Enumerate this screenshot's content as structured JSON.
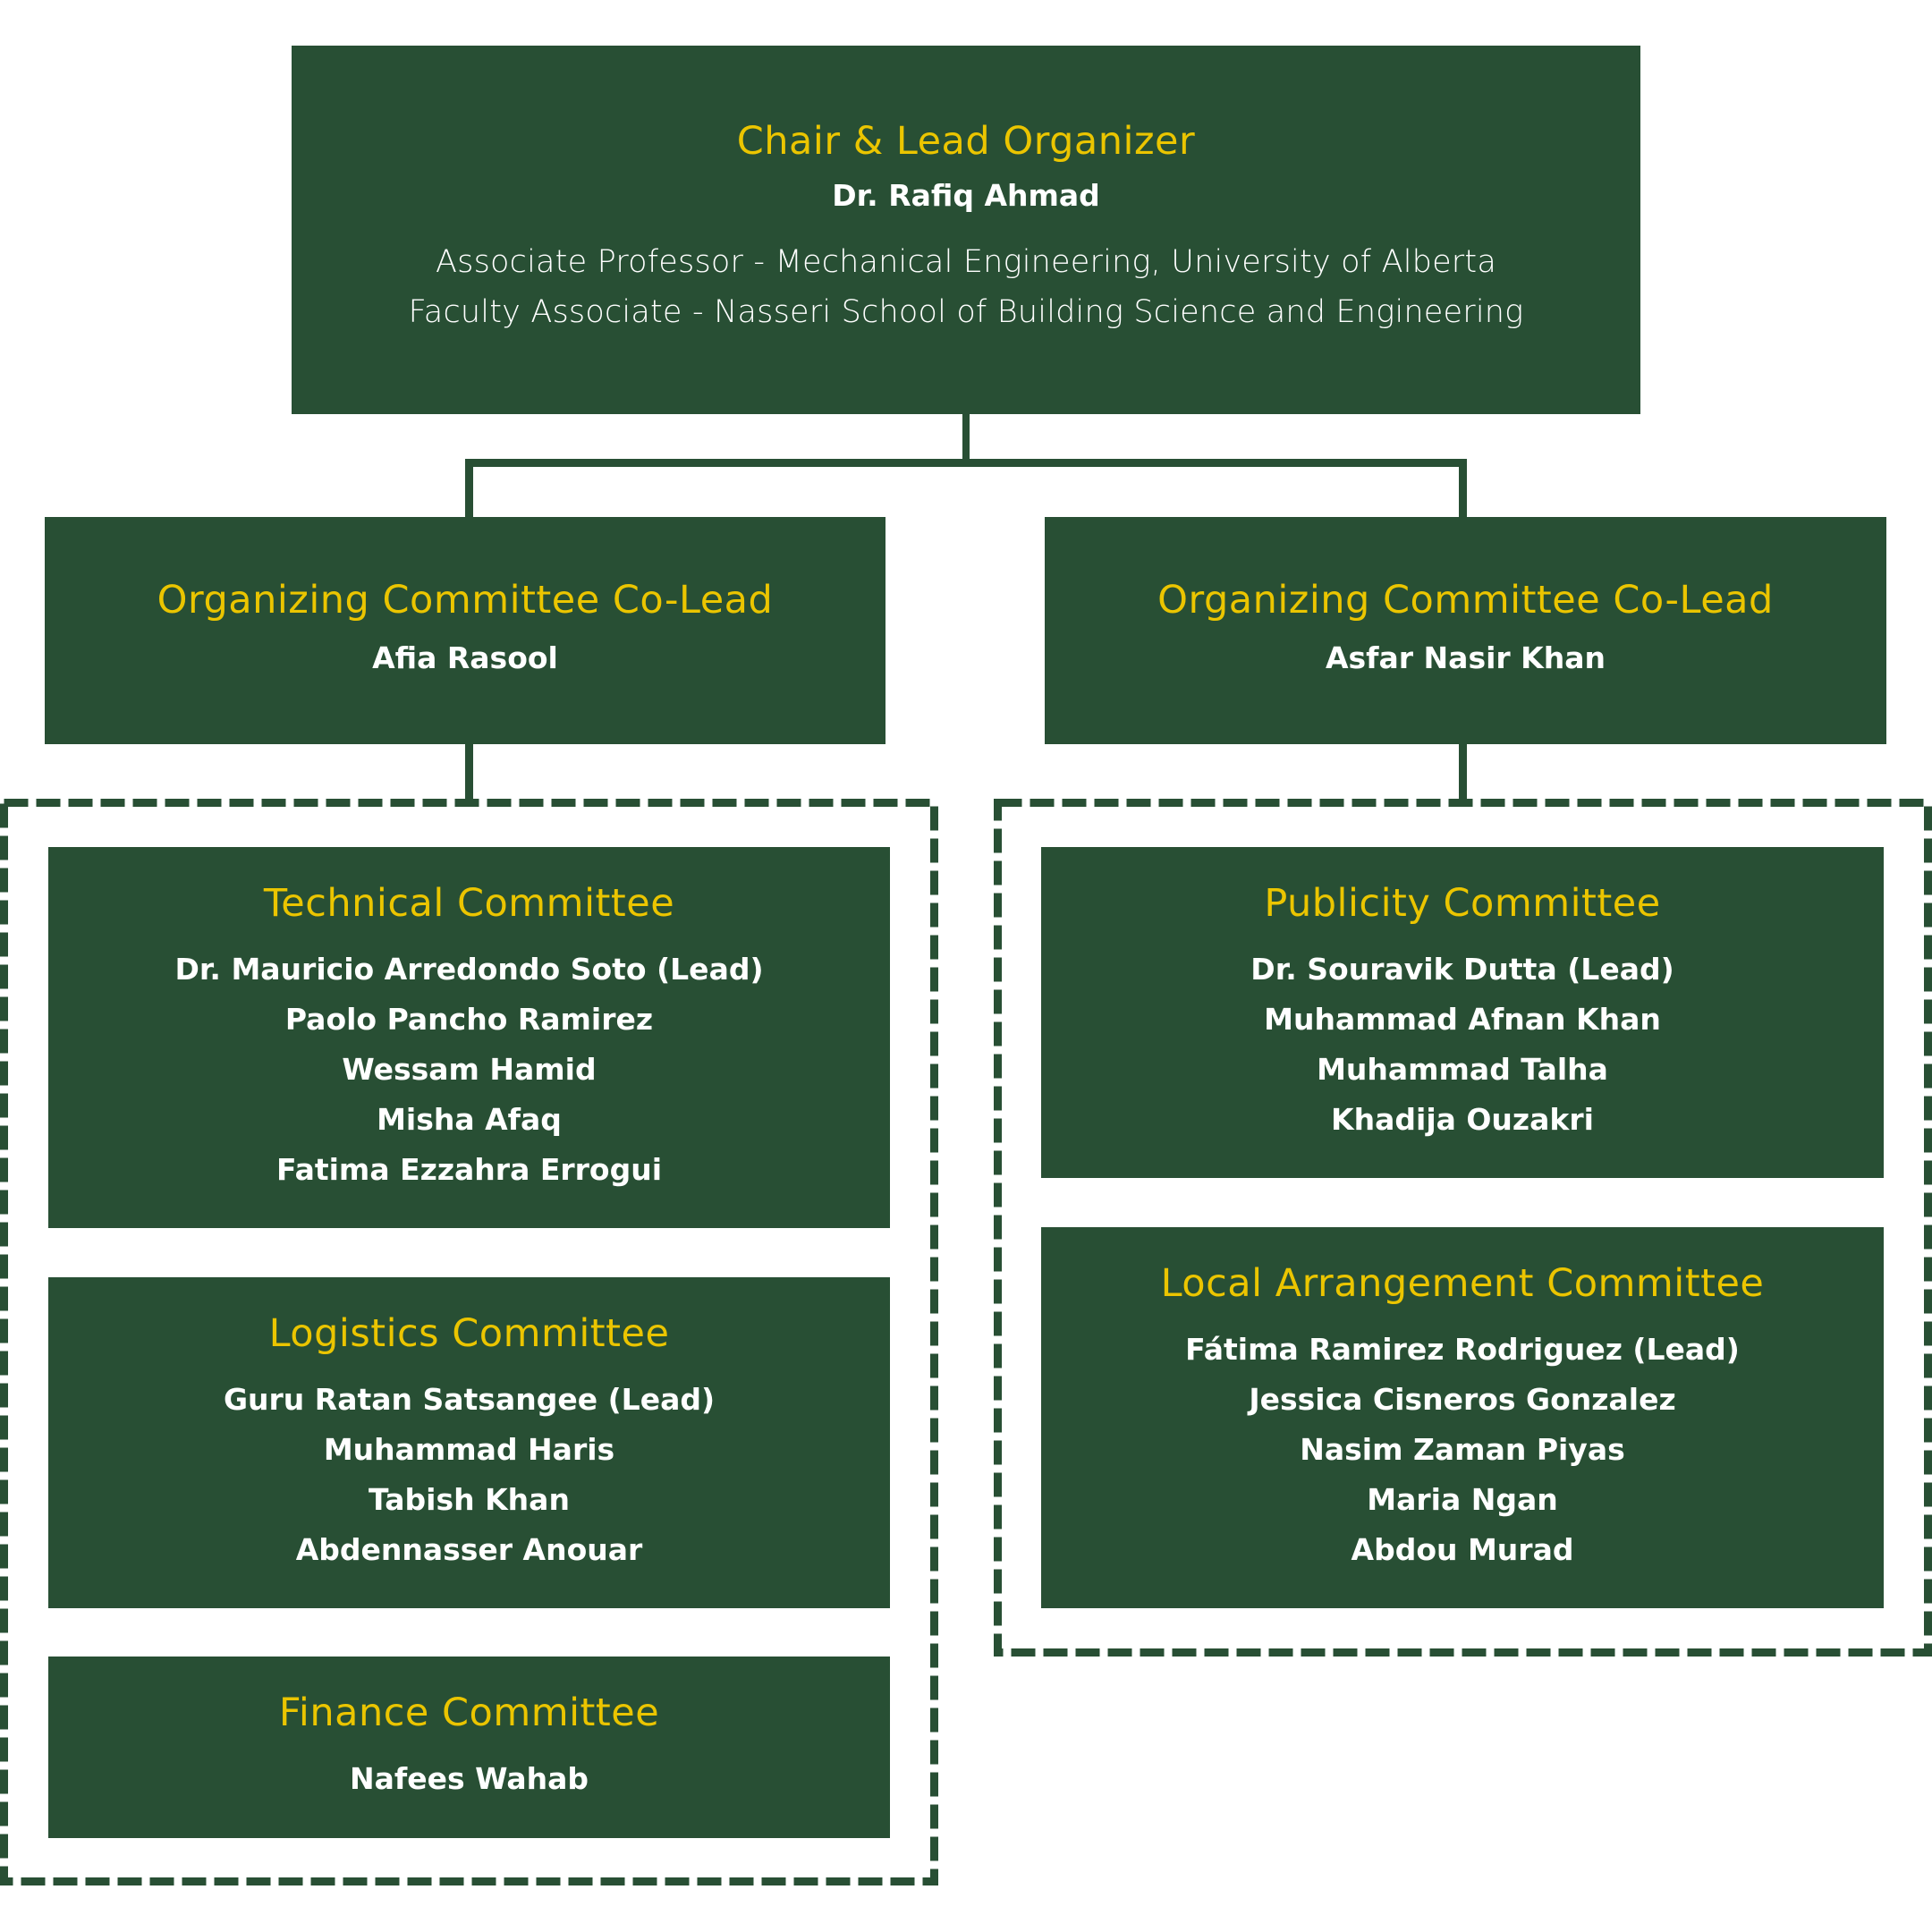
{
  "colors": {
    "box_fill": "#284f34",
    "title_text": "#ebc500",
    "body_text": "#ffffff",
    "background": "#ffffff"
  },
  "chair": {
    "title": "Chair & Lead Organizer",
    "name": "Dr. Rafiq Ahmad",
    "affiliations": [
      "Associate Professor - Mechanical Engineering, University of Alberta",
      "Faculty Associate - Nasseri School of Building Science and Engineering"
    ]
  },
  "co_leads": [
    {
      "title": "Organizing Committee Co-Lead",
      "name": "Afia Rasool"
    },
    {
      "title": "Organizing Committee Co-Lead",
      "name": "Asfar Nasir Khan"
    }
  ],
  "left_group": {
    "committees": [
      {
        "title": "Technical Committee",
        "members": [
          "Dr. Mauricio Arredondo Soto (Lead)",
          "Paolo Pancho Ramirez",
          "Wessam Hamid",
          "Misha Afaq",
          "Fatima Ezzahra Errogui"
        ]
      },
      {
        "title": "Logistics Committee",
        "members": [
          "Guru Ratan Satsangee (Lead)",
          "Muhammad Haris",
          "Tabish Khan",
          "Abdennasser Anouar"
        ]
      },
      {
        "title": "Finance Committee",
        "members": [
          "Nafees Wahab"
        ]
      }
    ]
  },
  "right_group": {
    "committees": [
      {
        "title": "Publicity Committee",
        "members": [
          "Dr. Souravik Dutta (Lead)",
          "Muhammad Afnan Khan",
          "Muhammad Talha",
          "Khadija Ouzakri"
        ]
      },
      {
        "title": "Local Arrangement Committee",
        "members": [
          "Fátima Ramirez Rodriguez (Lead)",
          "Jessica Cisneros Gonzalez",
          "Nasim Zaman Piyas",
          "Maria Ngan",
          "Abdou Murad"
        ]
      }
    ]
  }
}
